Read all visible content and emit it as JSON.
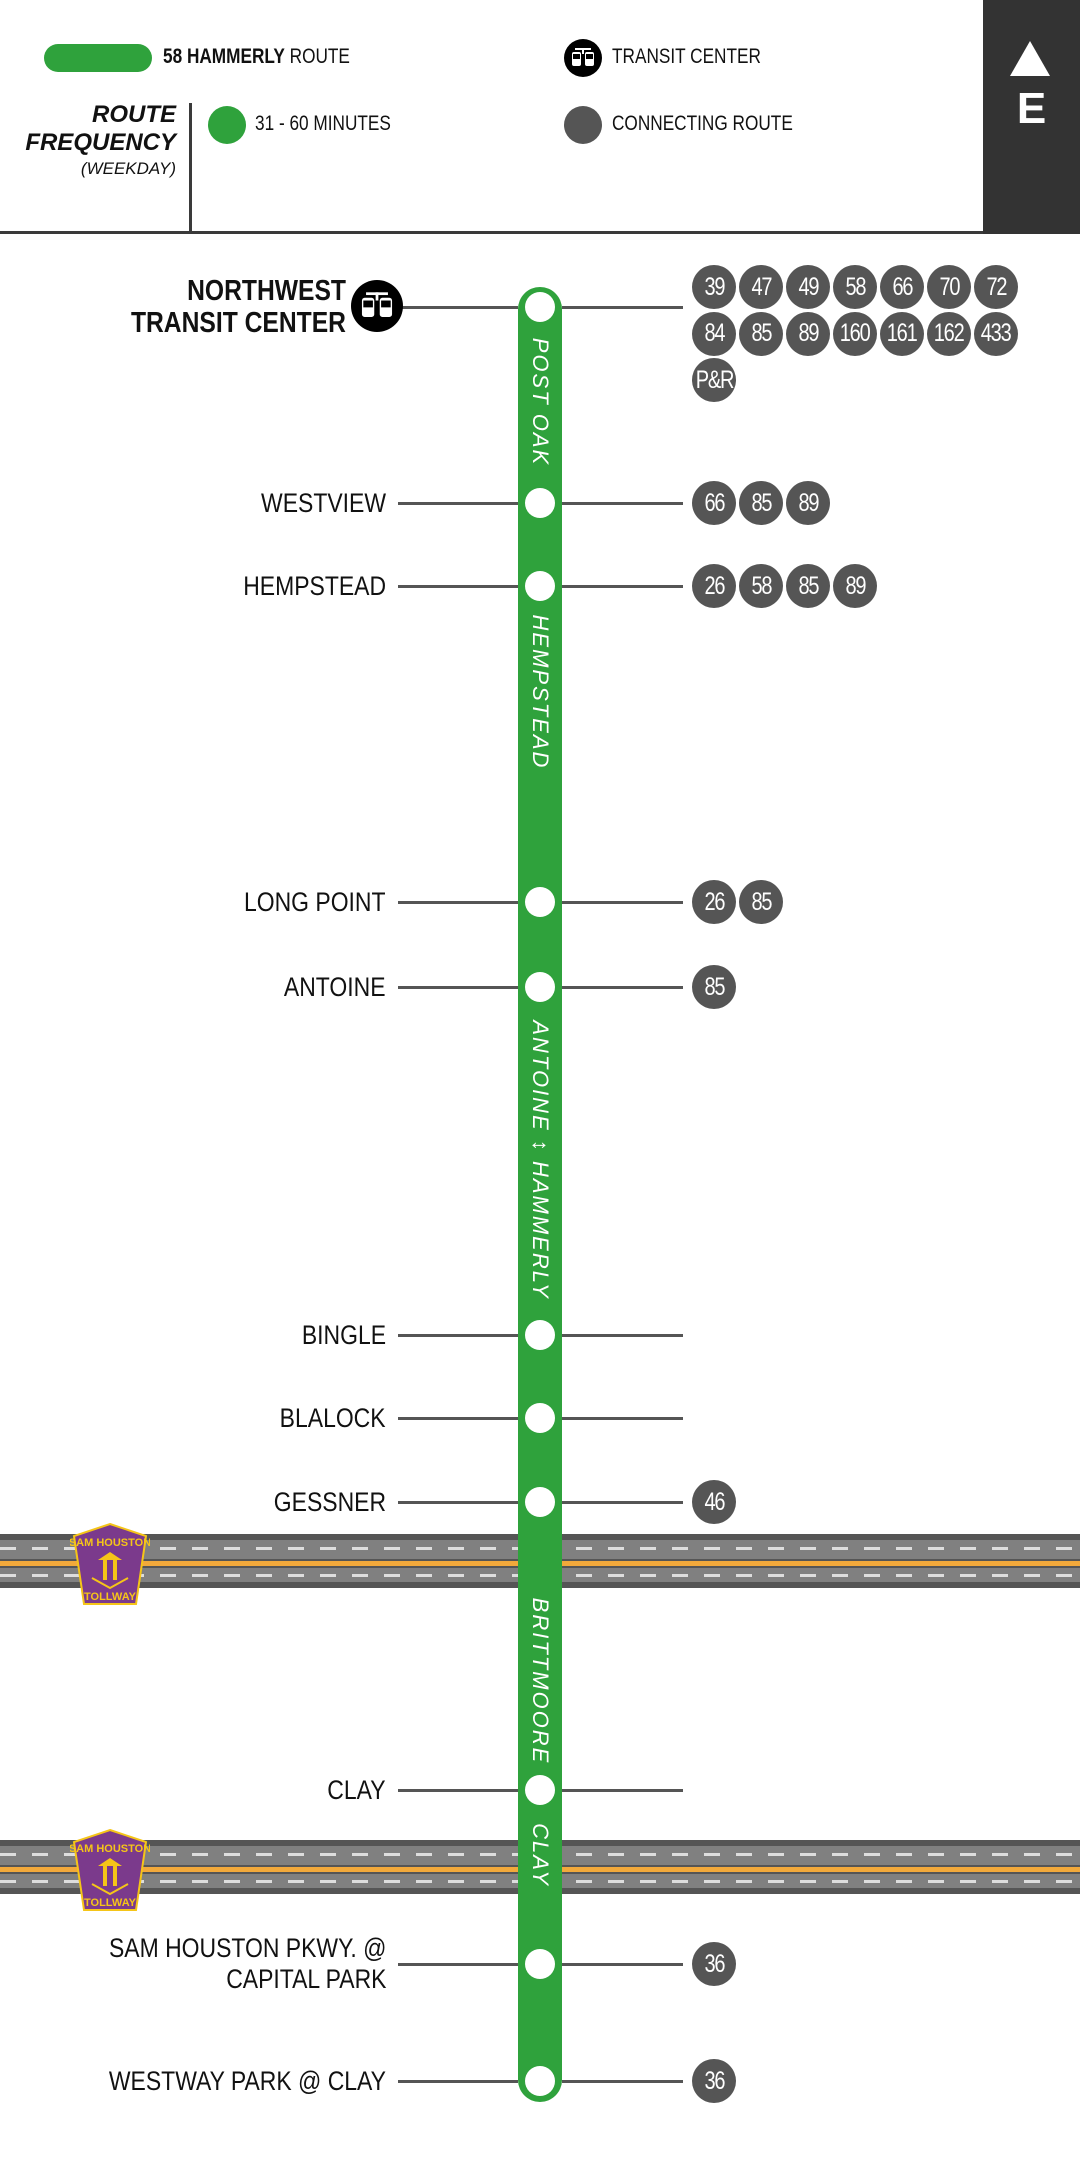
{
  "legend": {
    "route_number_name": "58 HAMMERLY",
    "route_word": "ROUTE",
    "transit_center": "TRANSIT CENTER",
    "frequency_title_1": "ROUTE",
    "frequency_title_2": "FREQUENCY",
    "frequency_subtitle": "(WEEKDAY)",
    "frequency_value": "31 - 60 MINUTES",
    "connecting_route": "CONNECTING ROUTE"
  },
  "direction": {
    "letter": "E",
    "icon": "up-arrow-icon"
  },
  "colors": {
    "route": "#2fa23c",
    "connecting": "#555555",
    "header_dark": "#333333",
    "tollway": "#7b3a8c",
    "tollway_text": "#f5c518"
  },
  "streets": [
    "POST OAK",
    "HEMPSTEAD",
    "ANTOINE ↕ HAMMERLY",
    "BRITTMOORE",
    "CLAY"
  ],
  "tollway_shield": {
    "top": "SAM HOUSTON",
    "bottom": "TOLLWAY"
  },
  "stops": [
    {
      "lines": [
        "NORTHWEST",
        "TRANSIT CENTER"
      ],
      "transit_center": true,
      "connections": [
        "39",
        "47",
        "49",
        "58",
        "66",
        "70",
        "72",
        "84",
        "85",
        "89",
        "160",
        "161",
        "162",
        "433",
        "P&R"
      ]
    },
    {
      "lines": [
        "WESTVIEW"
      ],
      "connections": [
        "66",
        "85",
        "89"
      ]
    },
    {
      "lines": [
        "HEMPSTEAD"
      ],
      "connections": [
        "26",
        "58",
        "85",
        "89"
      ]
    },
    {
      "lines": [
        "LONG POINT"
      ],
      "connections": [
        "26",
        "85"
      ]
    },
    {
      "lines": [
        "ANTOINE"
      ],
      "connections": [
        "85"
      ]
    },
    {
      "lines": [
        "BINGLE"
      ],
      "connections": []
    },
    {
      "lines": [
        "BLALOCK"
      ],
      "connections": []
    },
    {
      "lines": [
        "GESSNER"
      ],
      "connections": [
        "46"
      ]
    },
    {
      "lines": [
        "CLAY"
      ],
      "connections": []
    },
    {
      "lines": [
        "SAM HOUSTON PKWY. @",
        "CAPITAL PARK"
      ],
      "connections": [
        "36"
      ]
    },
    {
      "lines": [
        "WESTWAY PARK @ CLAY"
      ],
      "connections": [
        "36"
      ]
    }
  ]
}
